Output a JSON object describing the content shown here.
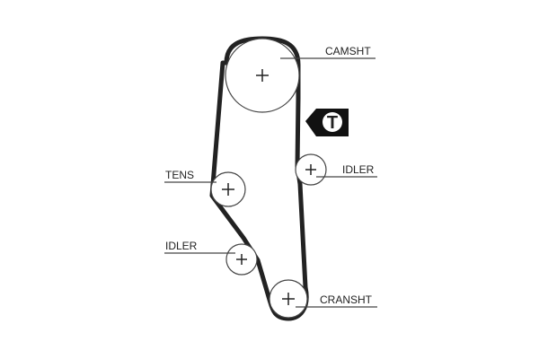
{
  "labels": {
    "camshaft": "CAMSHT",
    "tensioner": "TENS",
    "idler_right": "IDLER",
    "idler_left": "IDLER",
    "crankshaft": "CRANSHT"
  },
  "tension_marker": "T",
  "colors": {
    "belt": "#222222",
    "pulley_outline": "#444444",
    "leader_line": "#444444",
    "marker_bg": "#111111",
    "marker_fg": "#ffffff"
  }
}
